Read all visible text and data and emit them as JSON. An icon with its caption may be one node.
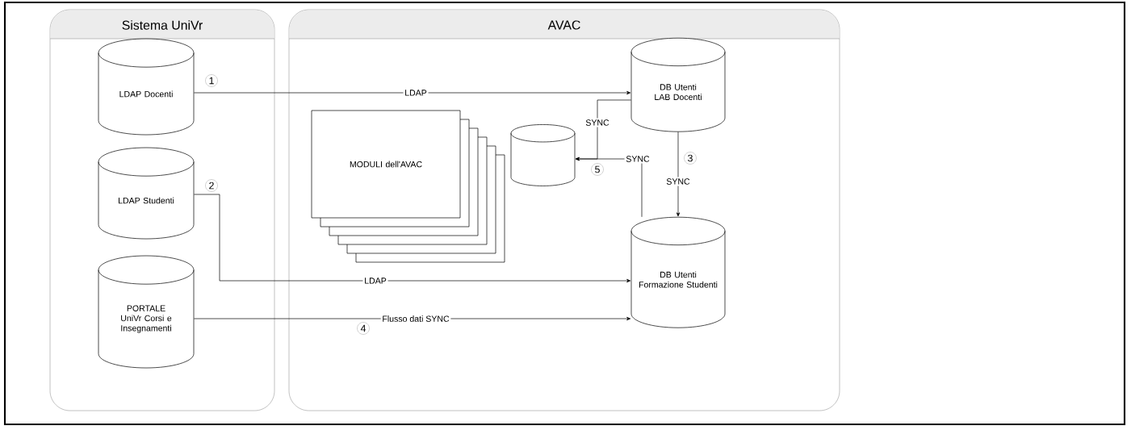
{
  "diagram": {
    "nodes": [
      {
        "text": [
          "Sistema UniVr"
        ]
      },
      {
        "text": [
          "AVAC"
        ]
      },
      {
        "text": [
          "LDAP Docenti"
        ],
        "in": 0
      },
      {
        "text": [
          "LDAP Studenti"
        ],
        "in": 0
      },
      {
        "text": [
          "PORTALE UniVr Corsi e Insegnamenti"
        ],
        "in": 0
      },
      {
        "text": [
          "MODULI dell'AVAC"
        ],
        "in": 1
      },
      {
        "text": [],
        "shape": "cylinder",
        "in": 1
      },
      {
        "text": [
          "DB Utenti LAB Docenti"
        ],
        "in": 1
      },
      {
        "text": [
          "DB Utenti Formazione Studenti"
        ],
        "in": 1
      }
    ],
    "edges": [
      {
        "from": 2,
        "to": 7,
        "arrow": "to",
        "label": "LDAP"
      },
      {
        "from": 3,
        "to": 8,
        "arrow": "to",
        "label": "LDAP"
      },
      {
        "from": 4,
        "to": 8,
        "arrow": "to",
        "label": "Flusso dati SYNC"
      },
      {
        "from": 7,
        "to": 8,
        "arrow": "to",
        "label": "SYNC"
      },
      {
        "from": 7,
        "to": 6,
        "arrow": "to",
        "label": "SYNC"
      },
      {
        "from": 8,
        "to": 6,
        "arrow": "to",
        "label": "SYNC"
      }
    ],
    "labels": [
      "1",
      "3",
      "5",
      "2",
      "4"
    ]
  }
}
